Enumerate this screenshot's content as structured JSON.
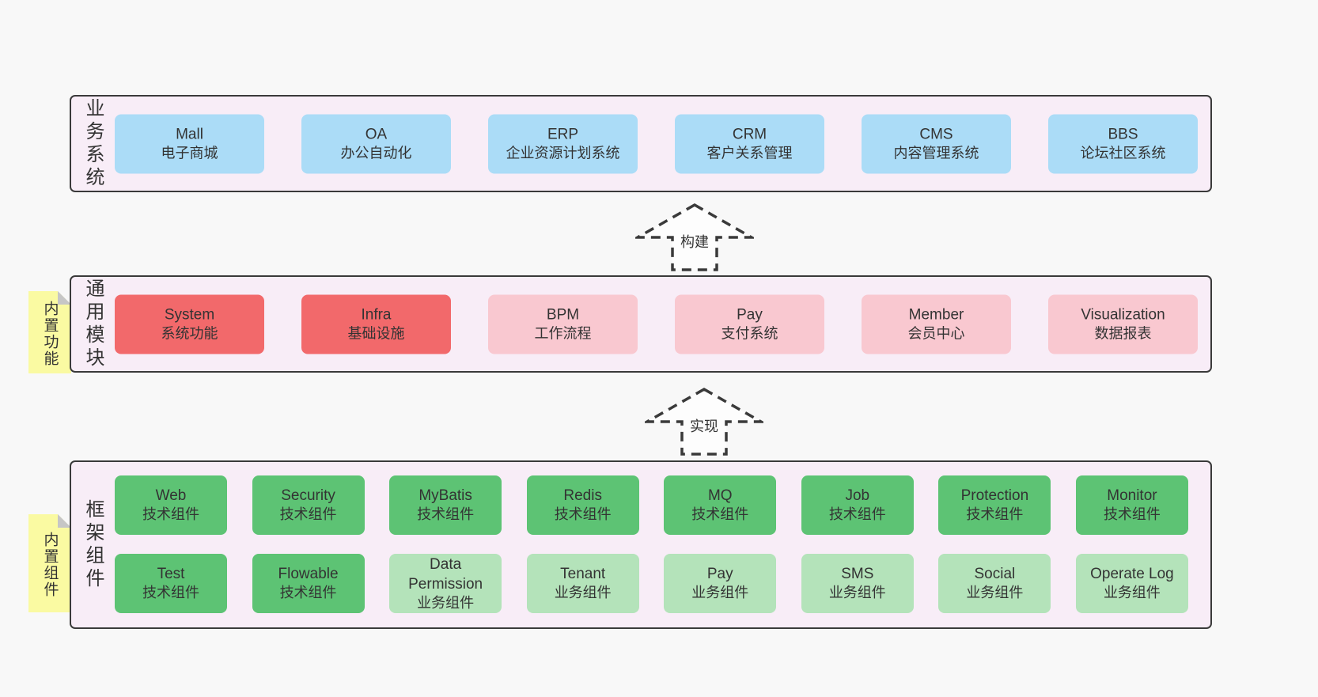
{
  "palette": {
    "page_bg": "#f8f8f8",
    "panel_bg": "#f8edf7",
    "panel_border": "#3a3a3a",
    "blue": "#abdcf7",
    "red": "#f2696b",
    "pink": "#f9c8d0",
    "green": "#5dc374",
    "light_green": "#b4e3ba",
    "sticky_yellow": "#fafaa2",
    "text": "#333333"
  },
  "arrows": {
    "build": {
      "label": "构建"
    },
    "implement": {
      "label": "实现"
    }
  },
  "layers": {
    "business": {
      "side_label": "业务系统",
      "boxes": [
        {
          "name": "Mall",
          "desc": "电子商城"
        },
        {
          "name": "OA",
          "desc": "办公自动化"
        },
        {
          "name": "ERP",
          "desc": "企业资源计划系统"
        },
        {
          "name": "CRM",
          "desc": "客户关系管理"
        },
        {
          "name": "CMS",
          "desc": "内容管理系统"
        },
        {
          "name": "BBS",
          "desc": "论坛社区系统"
        }
      ]
    },
    "modules": {
      "side_label": "通用模块",
      "sticky": "内置功能",
      "boxes": [
        {
          "name": "System",
          "desc": "系统功能"
        },
        {
          "name": "Infra",
          "desc": "基础设施"
        },
        {
          "name": "BPM",
          "desc": "工作流程"
        },
        {
          "name": "Pay",
          "desc": "支付系统"
        },
        {
          "name": "Member",
          "desc": "会员中心"
        },
        {
          "name": "Visualization",
          "desc": "数据报表"
        }
      ]
    },
    "components": {
      "side_label": "框架组件",
      "sticky": "内置组件",
      "row1": [
        {
          "name": "Web",
          "desc": "技术组件"
        },
        {
          "name": "Security",
          "desc": "技术组件"
        },
        {
          "name": "MyBatis",
          "desc": "技术组件"
        },
        {
          "name": "Redis",
          "desc": "技术组件"
        },
        {
          "name": "MQ",
          "desc": "技术组件"
        },
        {
          "name": "Job",
          "desc": "技术组件"
        },
        {
          "name": "Protection",
          "desc": "技术组件"
        },
        {
          "name": "Monitor",
          "desc": "技术组件"
        }
      ],
      "row2": [
        {
          "name": "Test",
          "desc": "技术组件"
        },
        {
          "name": "Flowable",
          "desc": "技术组件"
        },
        {
          "name": "Data Permission",
          "desc": "业务组件"
        },
        {
          "name": "Tenant",
          "desc": "业务组件"
        },
        {
          "name": "Pay",
          "desc": "业务组件"
        },
        {
          "name": "SMS",
          "desc": "业务组件"
        },
        {
          "name": "Social",
          "desc": "业务组件"
        },
        {
          "name": "Operate Log",
          "desc": "业务组件"
        }
      ]
    }
  }
}
